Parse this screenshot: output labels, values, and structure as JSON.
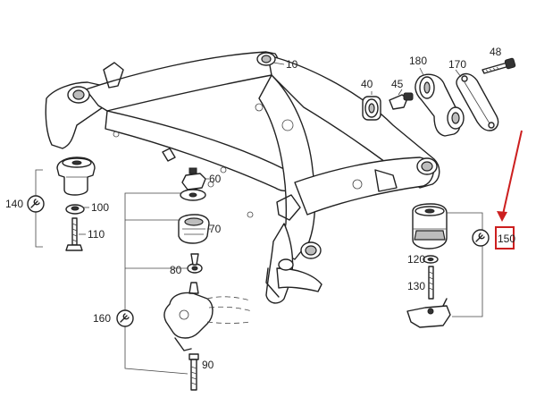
{
  "labels": {
    "l10": "10",
    "l40": "40",
    "l45": "45",
    "l180": "180",
    "l170": "170",
    "l48": "48",
    "l60": "60",
    "l140": "140",
    "l100": "100",
    "l110": "110",
    "l70": "70",
    "l80": "80",
    "l160": "160",
    "l90": "90",
    "l120": "120",
    "l130": "130",
    "l150": "150"
  },
  "colors": {
    "line": "#222222",
    "highlight": "#cc1f1f",
    "background": "#ffffff"
  },
  "icons": [
    "wrench-icon-140",
    "wrench-icon-160",
    "wrench-icon-150"
  ]
}
